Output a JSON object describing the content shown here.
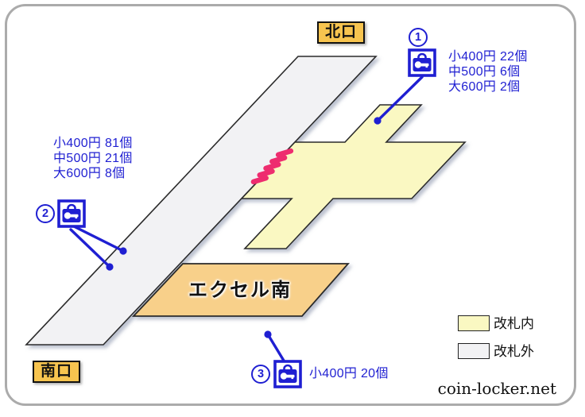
{
  "frame": {
    "site_credit": "coin-locker.net"
  },
  "exits": {
    "north_label": "北口",
    "south_label": "南口"
  },
  "area": {
    "south_building_label": "エクセル南"
  },
  "legend": {
    "inside": {
      "label": "改札内",
      "color": "#FAF8C2"
    },
    "outside": {
      "label": "改札外",
      "color": "#F2F2F4"
    }
  },
  "ticket_gates": {
    "symbol": "gate-mark",
    "count": 5,
    "color": "#EE2D6F"
  },
  "lockers": [
    {
      "number": "1",
      "lines": [
        "小400円 22個",
        "中500円 6個",
        "大600円 2個"
      ]
    },
    {
      "number": "2",
      "lines": [
        "小400円 81個",
        "中500円 21個",
        "大600円 8個"
      ]
    },
    {
      "number": "3",
      "lines": [
        "小400円 20個"
      ]
    }
  ],
  "colors": {
    "accent_blue": "#1F1FD2",
    "exit_label_orange": "#F7C44F",
    "building_orange": "#F8D08A",
    "gate_pink": "#EE2D6F"
  }
}
